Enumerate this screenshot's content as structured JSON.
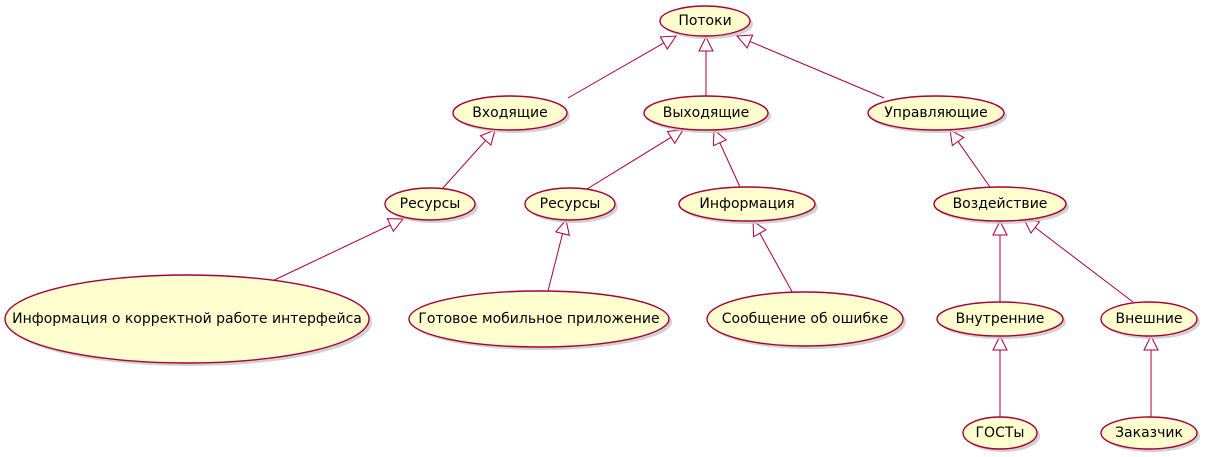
{
  "colors": {
    "node_fill": "#FEFECE",
    "node_stroke": "#A80036",
    "edge": "#A80036",
    "text": "#000000",
    "background": "#FFFFFF"
  },
  "nodes": [
    {
      "id": "potoki",
      "label": "Потоки"
    },
    {
      "id": "vkhodyashchie",
      "label": "Входящие"
    },
    {
      "id": "vykhodyashchie",
      "label": "Выходящие"
    },
    {
      "id": "upravlyayushchie",
      "label": "Управляющие"
    },
    {
      "id": "resursy-in",
      "label": "Ресурсы"
    },
    {
      "id": "resursy-out",
      "label": "Ресурсы"
    },
    {
      "id": "informatsiya",
      "label": "Информация"
    },
    {
      "id": "vozdeystvie",
      "label": "Воздействие"
    },
    {
      "id": "info-korrektnoy",
      "label": "Информация о корректной работе интерфейса"
    },
    {
      "id": "gotovoe-prilozhenie",
      "label": "Готовое мобильное приложение"
    },
    {
      "id": "soobshchenie-oshibke",
      "label": "Сообщение об ошибке"
    },
    {
      "id": "vnutrennie",
      "label": "Внутренние"
    },
    {
      "id": "vneshnie",
      "label": "Внешние"
    },
    {
      "id": "gosty",
      "label": "ГОСТы"
    },
    {
      "id": "zakazchik",
      "label": "Заказчик"
    }
  ],
  "edges": [
    {
      "from": "vkhodyashchie",
      "to": "potoki"
    },
    {
      "from": "vykhodyashchie",
      "to": "potoki"
    },
    {
      "from": "upravlyayushchie",
      "to": "potoki"
    },
    {
      "from": "resursy-in",
      "to": "vkhodyashchie"
    },
    {
      "from": "resursy-out",
      "to": "vykhodyashchie"
    },
    {
      "from": "informatsiya",
      "to": "vykhodyashchie"
    },
    {
      "from": "vozdeystvie",
      "to": "upravlyayushchie"
    },
    {
      "from": "info-korrektnoy",
      "to": "resursy-in"
    },
    {
      "from": "gotovoe-prilozhenie",
      "to": "resursy-out"
    },
    {
      "from": "soobshchenie-oshibke",
      "to": "informatsiya"
    },
    {
      "from": "vnutrennie",
      "to": "vozdeystvie"
    },
    {
      "from": "vneshnie",
      "to": "vozdeystvie"
    },
    {
      "from": "gosty",
      "to": "vnutrennie"
    },
    {
      "from": "zakazchik",
      "to": "vneshnie"
    }
  ]
}
